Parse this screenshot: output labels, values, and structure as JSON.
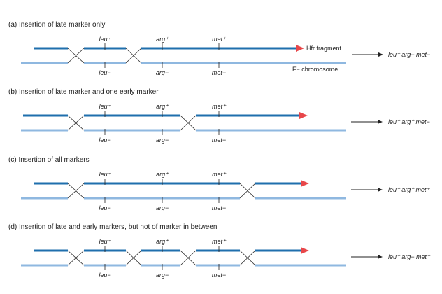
{
  "colors": {
    "hfr": "#1f6fad",
    "chromosome": "#8fb8e0",
    "arrowhead": "#e8474a",
    "crossover": "#222222",
    "text": "#222222"
  },
  "labels": {
    "hfr_fragment": "Hfr fragment",
    "f_minus_chromosome": "F− chromosome"
  },
  "panels": [
    {
      "title": "(a) Insertion of late marker only",
      "markers_top": [
        "leu⁺",
        "arg⁺",
        "met⁺"
      ],
      "markers_bottom": [
        "leu−",
        "arg−",
        "met−"
      ],
      "crossover_between": [
        "before-leu",
        "leu-arg"
      ],
      "result": "leu⁺ arg− met−"
    },
    {
      "title": "(b) Insertion of late marker and one early marker",
      "markers_top": [
        "leu⁺",
        "arg⁺",
        "met⁺"
      ],
      "markers_bottom": [
        "leu−",
        "arg−",
        "met−"
      ],
      "crossover_between": [
        "before-leu",
        "arg-met"
      ],
      "result": "leu⁺ arg⁺ met−"
    },
    {
      "title": "(c) Insertion of all markers",
      "markers_top": [
        "leu⁺",
        "arg⁺",
        "met⁺"
      ],
      "markers_bottom": [
        "leu−",
        "arg−",
        "met−"
      ],
      "crossover_between": [
        "before-leu",
        "after-met"
      ],
      "result": "leu⁺ arg⁺ met⁺"
    },
    {
      "title": "(d) Insertion of late and early markers, but not of marker in between",
      "markers_top": [
        "leu⁺",
        "arg⁺",
        "met⁺"
      ],
      "markers_bottom": [
        "leu−",
        "arg−",
        "met−"
      ],
      "crossover_between": [
        "before-leu",
        "leu-arg",
        "arg-met",
        "after-met"
      ],
      "result": "leu⁺ arg− met⁺"
    }
  ]
}
